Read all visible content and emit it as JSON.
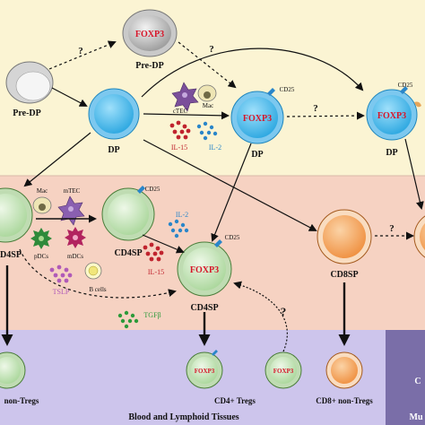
{
  "colors": {
    "top_band": "#fbf4d3",
    "middle_band": "#f6d2c2",
    "bottom_band": "#cdc5ec",
    "mucosa_band": "#7a6ea8",
    "dp_cell": "#3fb6ea",
    "cd4_cell": "#cfe7c4",
    "cd8_cell": "#f5a35e",
    "pre_dp_cell": "#b8b8b8",
    "foxp3_text": "#d7162a",
    "il15": "#c0232e",
    "il2": "#2a86c9",
    "tgfb": "#2d9a3a",
    "tslp": "#b05ab8"
  },
  "labels": {
    "foxp3": "FOXP3",
    "pre_dp": "Pre-DP",
    "dp": "DP",
    "cd25": "CD25",
    "ctec": "cTEC",
    "mac": "Mac",
    "mtec": "mTEC",
    "pdcs": "pDCs",
    "mdcs": "mDCs",
    "tslp": "TSLP",
    "b_cells": "B cells",
    "il15": "IL-15",
    "il2": "IL-2",
    "tgfb": "TGFβ",
    "cd4sp": "CD4SP",
    "cd8sp": "CD8SP",
    "cd4sp_cut": "D4SP",
    "question": "?",
    "cd4_tregs": "CD4+ Tregs",
    "cd8_non_tregs": "CD8+ non-Tregs",
    "non_tregs_cut": "non-Tregs",
    "blood_lymphoid": "Blood and Lymphoid Tissues",
    "mucosa_c": "C",
    "mucosa_mu": "Mu"
  },
  "icons": [
    "macrophage-icon",
    "epithelial-cell-icon",
    "dendritic-cell-icon",
    "b-cell-icon",
    "cytokine-dots-icon",
    "cd25-receptor-icon"
  ]
}
